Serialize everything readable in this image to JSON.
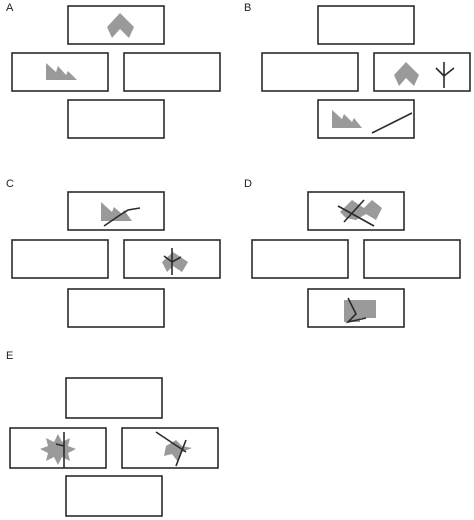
{
  "panels": [
    {
      "letter": "A"
    },
    {
      "letter": "B"
    },
    {
      "letter": "C"
    },
    {
      "letter": "D"
    },
    {
      "letter": "E"
    }
  ],
  "colors": {
    "box_stroke": "#2b2b2b",
    "shape_fill": "#9a9a9a",
    "background": "#ffffff"
  }
}
